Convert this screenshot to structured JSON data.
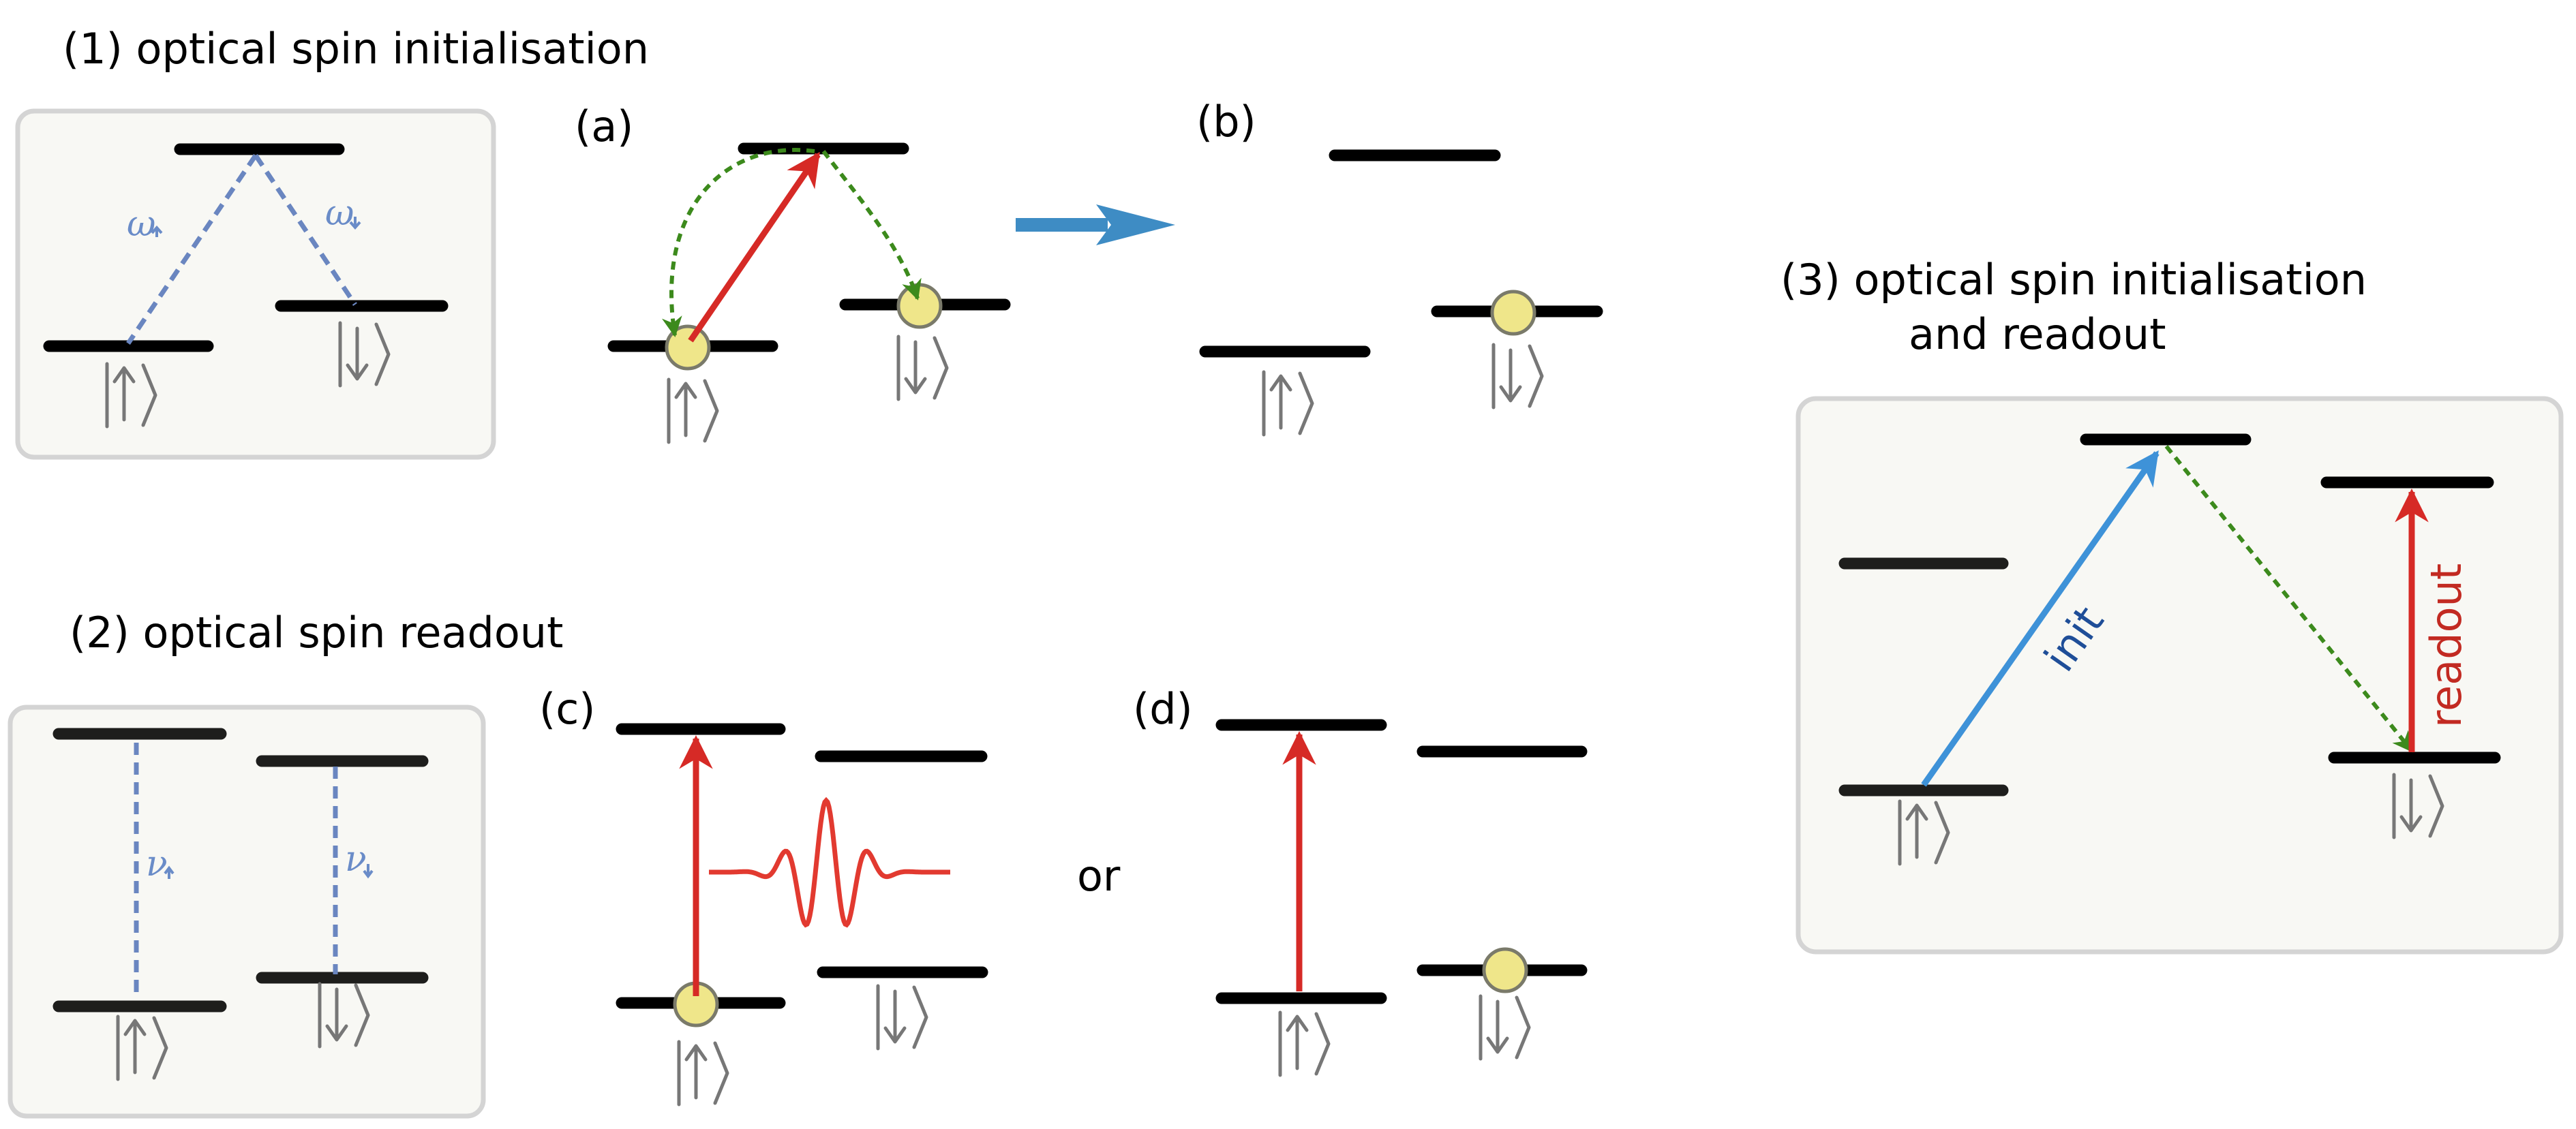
{
  "sections": {
    "s1": "(1) optical spin initialisation",
    "s2": "(2) optical spin readout",
    "s3_line1": "(3) optical spin initialisation",
    "s3_line2": "and readout"
  },
  "subpanels": {
    "a": "(a)",
    "b": "(b)",
    "c": "(c)",
    "d": "(d)"
  },
  "connector": "or",
  "symbols": {
    "omega_up": "ω",
    "omega_down": "ω",
    "nu_up": "ν",
    "nu_down": "ν"
  },
  "transitions": {
    "init": "init",
    "readout": "readout"
  },
  "colors": {
    "level": "#000000",
    "red_arrow": "#d62a26",
    "blue_arrow": "#3e92d8",
    "green_dashed": "#3c8a1c",
    "blue_dashed": "#6a86c0",
    "spin_population": "#efe68a",
    "panel_background": "#f8f8f4"
  }
}
